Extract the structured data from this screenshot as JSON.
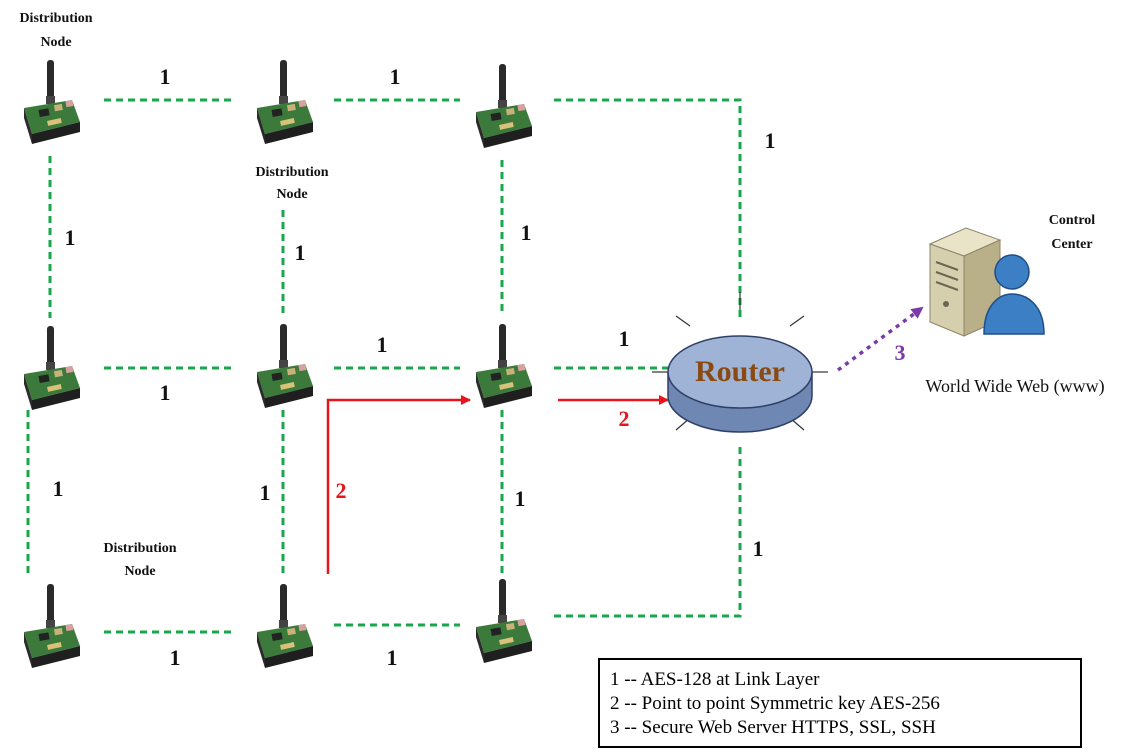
{
  "nodes": {
    "distribution_caption_line1": "Distribution",
    "distribution_caption_line2": "Node"
  },
  "links": {
    "link_aes128": "1",
    "link_p2p": "2",
    "link_web": "3"
  },
  "router": {
    "label": "Router"
  },
  "control_center": {
    "label_line1": "Control",
    "label_line2": "Center",
    "www_label": "World Wide Web (www)"
  },
  "legend": {
    "items": [
      "1 -- AES-128 at Link Layer",
      "2 -- Point to point Symmetric key AES-256",
      "3 -- Secure Web Server HTTPS, SSL, SSH"
    ]
  },
  "colors": {
    "mesh_link": "#1aa64a",
    "p2p_link": "#e8141b",
    "web_link": "#7b3aa8",
    "router_fill": "#8fa6cc",
    "router_text": "#8a4a12"
  }
}
